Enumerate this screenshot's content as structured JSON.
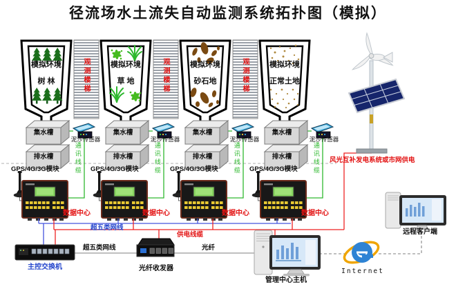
{
  "title": "径流场水土流失自动监测系统拓扑图（模拟）",
  "units": [
    {
      "env": "模拟环境",
      "type": "树 林",
      "collector": "集水槽",
      "sensor": "泥沙传感器",
      "drain": "排水槽",
      "gps": "GPS/4G/3G模块",
      "datacenter": "数据中心",
      "comm_cable": "通讯线缆"
    },
    {
      "env": "模拟环境",
      "type": "草 地",
      "collector": "集水槽",
      "sensor": "泥沙传感器",
      "drain": "排水槽",
      "gps": "GPS/4G/3G模块",
      "datacenter": "数据中心",
      "comm_cable": "通讯线缆"
    },
    {
      "env": "模拟环境",
      "type": "砂石地",
      "collector": "集水槽",
      "sensor": "泥沙传感器",
      "drain": "排水槽",
      "gps": "GPS/4G/3G模块",
      "datacenter": "数据中心",
      "comm_cable": "通讯线缆"
    },
    {
      "env": "模拟环境",
      "type": "正常土地",
      "collector": "集水槽",
      "sensor": "泥沙传感器",
      "drain": "排水槽",
      "gps": "GPS/4G/3G模块",
      "datacenter": "数据中心",
      "comm_cable": "通讯线缆"
    }
  ],
  "stairs": [
    {
      "label": "观测楼梯"
    },
    {
      "label": "观测楼梯"
    },
    {
      "label": "观测楼梯"
    }
  ],
  "cables": {
    "cat5_bus": "超五类网线",
    "power_bus": "供电线缆",
    "cat5_segment": "超五类网线",
    "fiber": "光纤"
  },
  "power": {
    "label": "风光互补发电系统或市网供电"
  },
  "devices": {
    "switch": "主控交换机",
    "fiber_transceiver": "光纤收发器",
    "management_host": "管理中心主机",
    "internet": "Internet",
    "remote_client": "远程客户端"
  },
  "colors": {
    "comm_green": "#2eb82e",
    "net_blue": "#4455dd",
    "power_red": "#ee2222",
    "label_red": "#e31212",
    "label_blue": "#2244cc"
  }
}
